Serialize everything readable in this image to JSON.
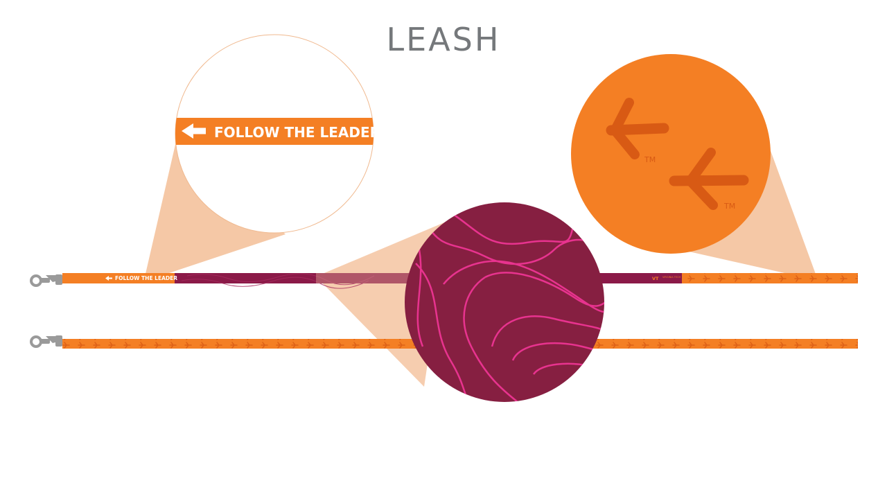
{
  "title": "LEASH",
  "callout_top_left": {
    "banner_text": "FOLLOW THE LEADER"
  },
  "callout_top_right": {
    "trademark_1": "TM",
    "trademark_2": "TM"
  },
  "leash_top": {
    "tag_text": "FOLLOW THE LEADER",
    "logo_mark": "VT",
    "logo_text": "VIRGINIA TECH"
  },
  "colors": {
    "orange": "#f47f24",
    "dark_orange": "#d85a14",
    "maroon": "#861f41",
    "maroon_band": "#8b1a48",
    "contour_pink": "#e8338f",
    "callout_peach": "#f5c8a6",
    "title_gray": "#75787b",
    "clip_gray": "#9a9a9a"
  }
}
